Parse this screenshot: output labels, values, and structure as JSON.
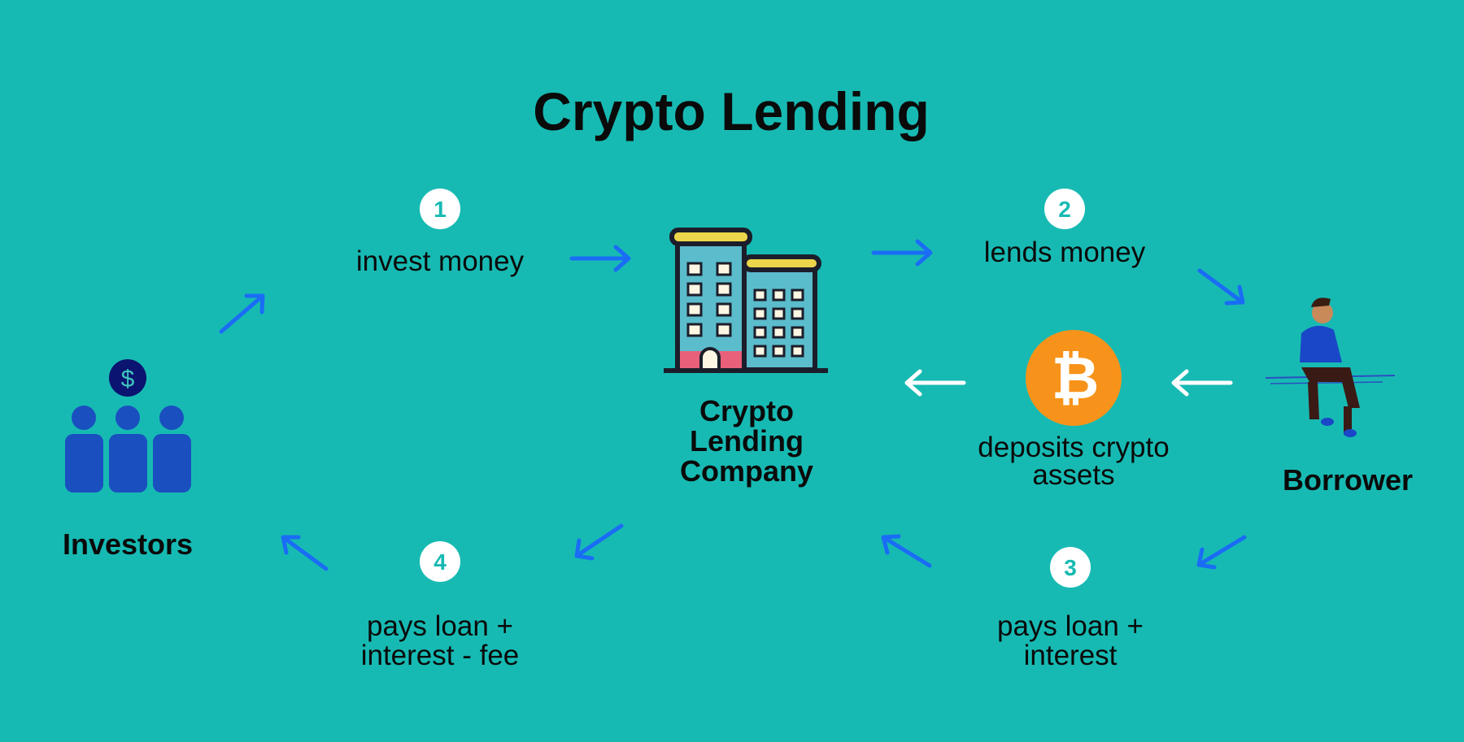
{
  "title": "Crypto Lending",
  "steps": [
    {
      "number": "1",
      "label": "invest money"
    },
    {
      "number": "2",
      "label": "lends money"
    },
    {
      "number": "3",
      "label_lines": [
        "pays loan +",
        "interest"
      ]
    },
    {
      "number": "4",
      "label_lines": [
        "pays loan +",
        "interest - fee"
      ]
    }
  ],
  "nodes": {
    "investors": "Investors",
    "company_lines": [
      "Crypto",
      "Lending",
      "Company"
    ],
    "borrower": "Borrower",
    "collateral_lines": [
      "deposits crypto",
      "assets"
    ]
  },
  "icons": {
    "dollar": "$",
    "bitcoin": "₿"
  },
  "colors": {
    "background": "#17bab3",
    "arrow": "#1a6cf5",
    "bitcoin": "#f7931a",
    "investors": "#1a4fc0"
  }
}
